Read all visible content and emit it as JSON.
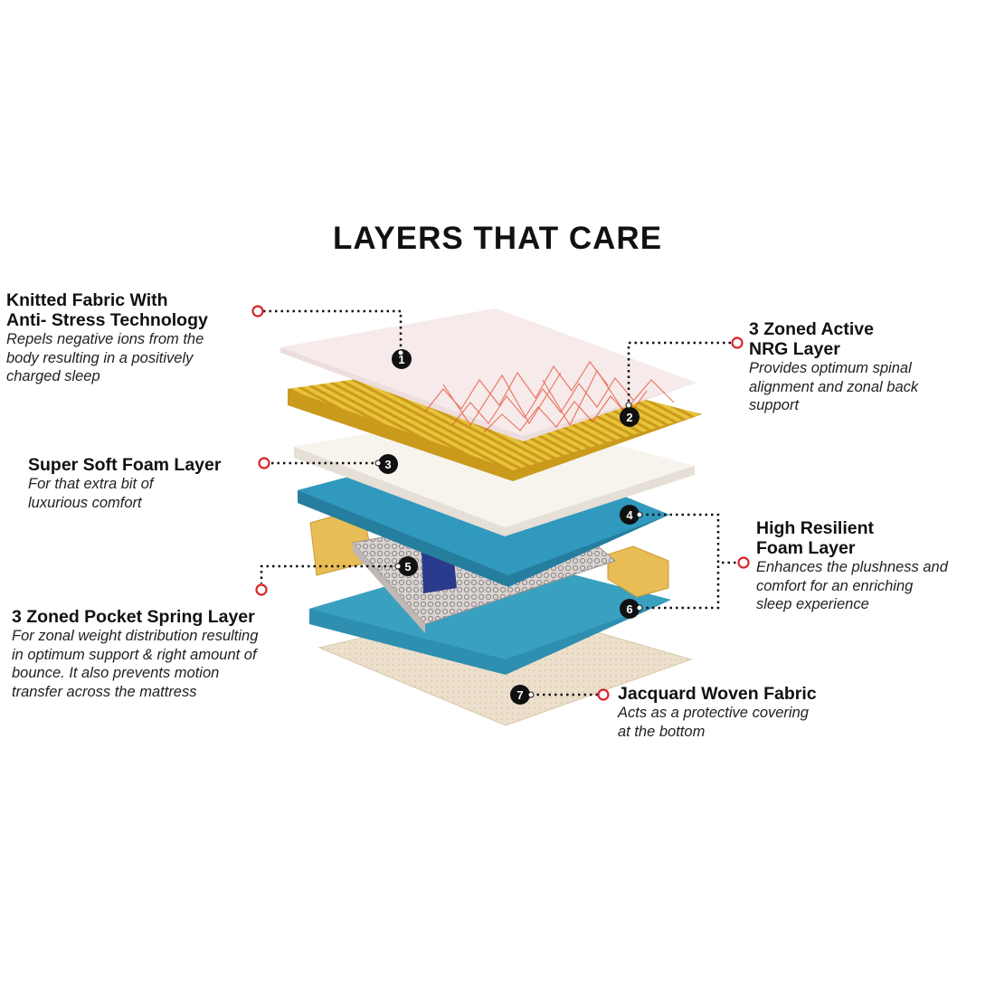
{
  "title": "LAYERS THAT CARE",
  "colors": {
    "leader": "#111111",
    "marker_ring": "#d8232a",
    "fabric_top": "#f6eaea",
    "fabric_pattern": "#e8533a",
    "nrg_yellow": "#e8c33a",
    "soft_foam": "#f4f0e8",
    "hr_foam_blue": "#2f8fb0",
    "support_foam": "#e8bd55",
    "bottom_fabric": "#ece0cc"
  },
  "layers": [
    {
      "number": "1",
      "heading": "Knitted Fabric With\nAnti- Stress Technology",
      "description": "Repels negative ions from the\nbody resulting in a positively\ncharged sleep"
    },
    {
      "number": "2",
      "heading": "3 Zoned Active\nNRG Layer",
      "description": "Provides optimum spinal\nalignment and zonal back\nsupport"
    },
    {
      "number": "3",
      "heading": "Super Soft Foam Layer",
      "description": "For that extra bit of\nluxurious comfort"
    },
    {
      "number": "4",
      "heading": "High Resilient\nFoam Layer",
      "description": "Enhances the plushness and\ncomfort for an enriching\nsleep experience"
    },
    {
      "number": "5",
      "heading": "3 Zoned Pocket Spring Layer",
      "description": "For zonal weight distribution resulting\nin optimum support & right amount of\nbounce. It also prevents motion\ntransfer across the mattress"
    },
    {
      "number": "6",
      "heading": "",
      "description": ""
    },
    {
      "number": "7",
      "heading": "Jacquard Woven Fabric",
      "description": "Acts as a protective covering\nat the bottom"
    }
  ]
}
